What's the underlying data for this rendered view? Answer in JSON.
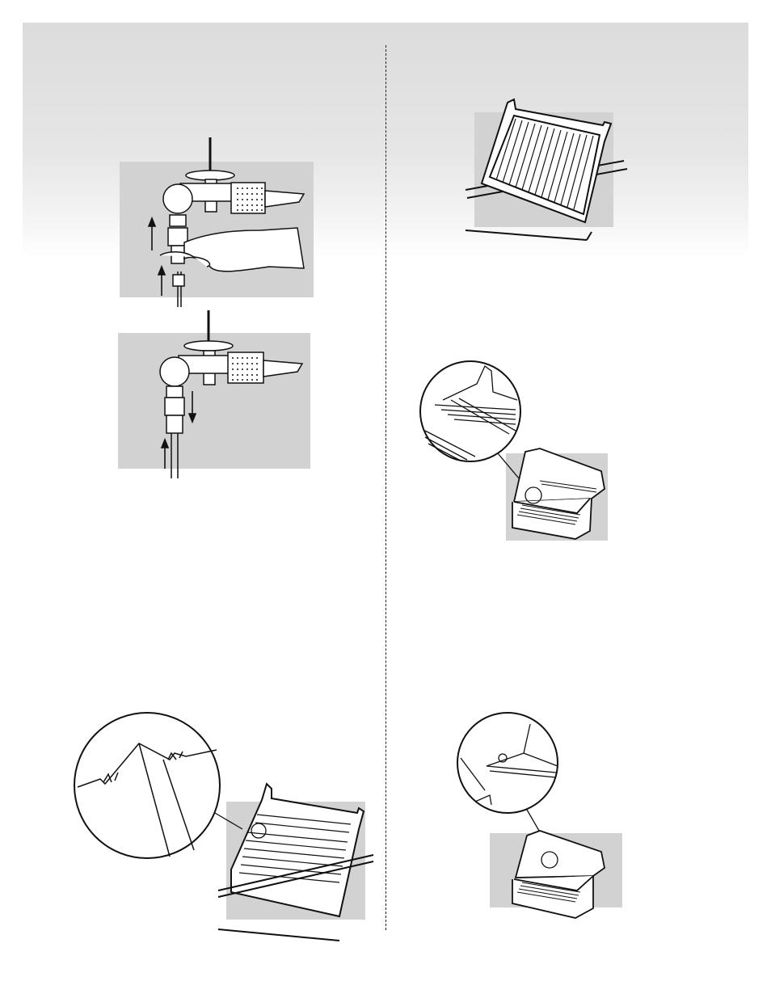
{
  "page": {
    "header_color": "#dcdcdc",
    "panel_color": "#d2d2d2",
    "line_color": "#111111"
  },
  "figures": [
    {
      "id": "valve-regulator-disconnect",
      "icon": "gas-valve-regulator-hand-icon"
    },
    {
      "id": "valve-regulator-connect",
      "icon": "gas-valve-regulator-arrows-icon"
    },
    {
      "id": "grill-firebox-flavorizer-bars",
      "icon": "firebox-bars-icon"
    },
    {
      "id": "grill-cooking-grate-detail",
      "icon": "cooking-grate-detail-icon"
    },
    {
      "id": "grill-heat-deflector-detail",
      "icon": "heat-deflector-detail-icon"
    },
    {
      "id": "grill-electrode-detail",
      "icon": "electrode-detail-icon"
    }
  ]
}
